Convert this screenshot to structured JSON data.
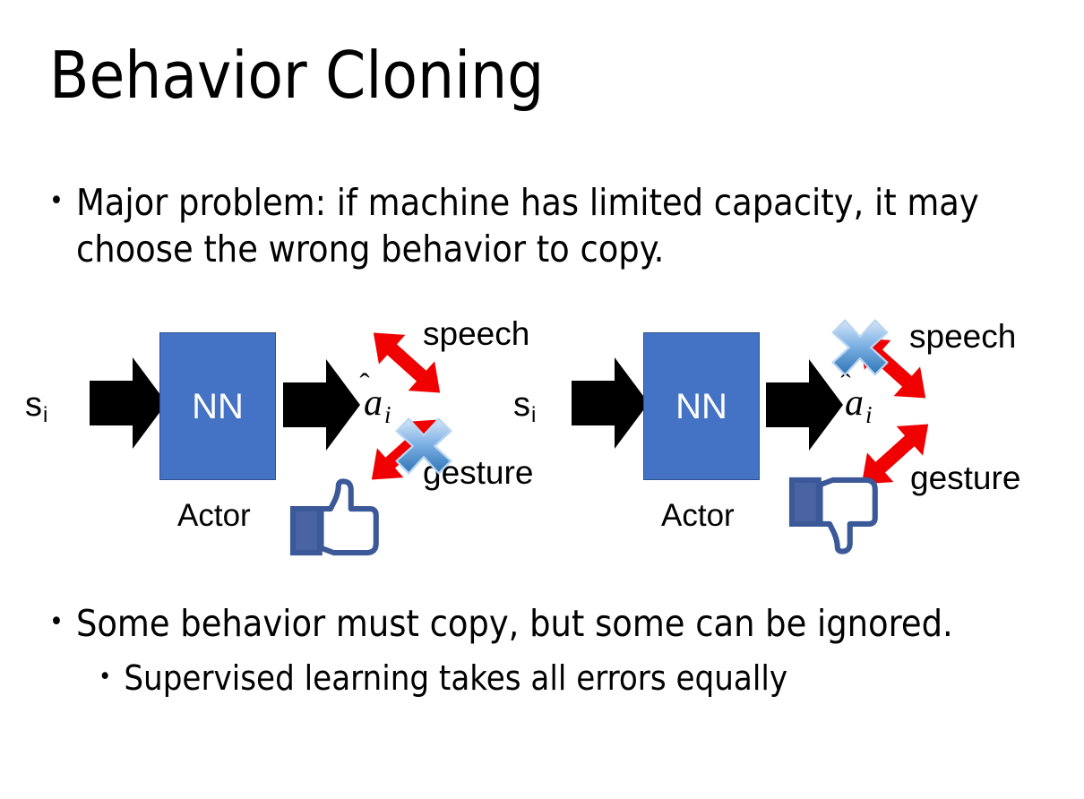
{
  "slide": {
    "title": "Behavior Cloning",
    "background_color": "#FFFFFF",
    "bullets": [
      {
        "marker": "•",
        "text": "Major problem: if machine has limited capacity, it may choose the wrong behavior to copy.",
        "level": 1
      },
      {
        "marker": "•",
        "text": "Some behavior must copy, but some can be ignored.",
        "level": 1
      },
      {
        "marker": "•",
        "text": "Supervised learning takes all errors equally",
        "level": 2
      }
    ]
  },
  "colors": {
    "nn_box_fill": "#4472C4",
    "nn_box_border": "#2F528F",
    "nn_text": "#FFFFFF",
    "block_arrow": "#000000",
    "branch_arrow_red": "#F00000",
    "cross_blue_light": "#BBD6F2",
    "cross_blue_dark": "#2E75B6",
    "hand_outline": "#3B5998",
    "hand_fill": "#FFFFFF",
    "text": "#000000"
  },
  "diagrams": [
    {
      "id": "left",
      "state_label": "s",
      "state_subscript": "i",
      "box_label": "NN",
      "box_caption": "Actor",
      "action_label": "a",
      "action_subscript": "i",
      "action_accent": "hat",
      "branches": [
        {
          "name": "speech",
          "label": "speech",
          "crossed_out": false
        },
        {
          "name": "gesture",
          "label": "gesture",
          "crossed_out": true
        }
      ],
      "verdict_icon": "thumbs-up-icon",
      "verdict": "good"
    },
    {
      "id": "right",
      "state_label": "s",
      "state_subscript": "i",
      "box_label": "NN",
      "box_caption": "Actor",
      "action_label": "a",
      "action_subscript": "i",
      "action_accent": "hat",
      "branches": [
        {
          "name": "speech",
          "label": "speech",
          "crossed_out": true
        },
        {
          "name": "gesture",
          "label": "gesture",
          "crossed_out": false
        }
      ],
      "verdict_icon": "thumbs-down-icon",
      "verdict": "bad"
    }
  ]
}
